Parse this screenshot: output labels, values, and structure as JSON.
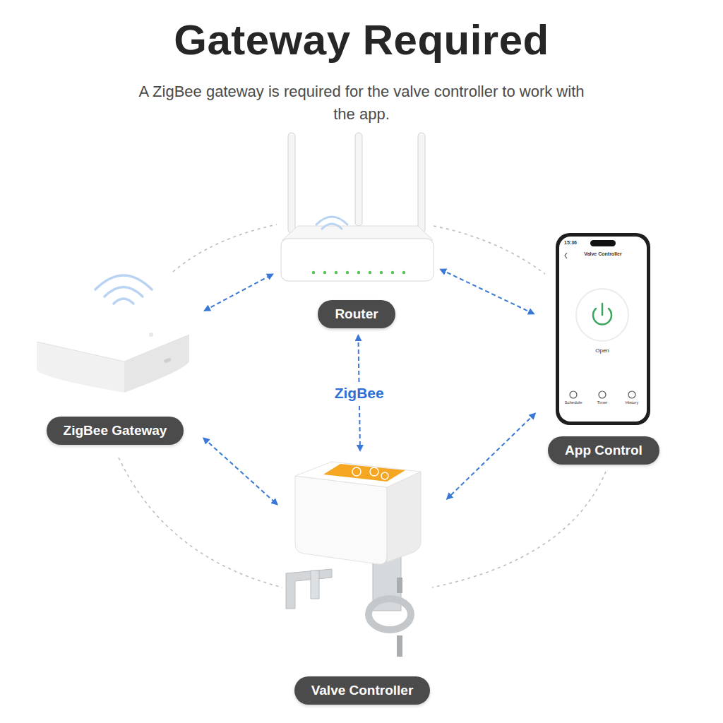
{
  "diagram": {
    "title": "Gateway Required",
    "caption": "A ZigBee gateway is required for the valve controller to work with the app.",
    "nodes": [
      {
        "text": [
          "Router"
        ]
      },
      {
        "text": [
          "ZigBee Gateway"
        ]
      },
      {
        "text": [
          "App Control"
        ]
      },
      {
        "text": [
          "Valve Controller"
        ]
      }
    ],
    "edges": [
      {
        "from": 1,
        "to": 0,
        "arrow": "both"
      },
      {
        "from": 0,
        "to": 2,
        "arrow": "both"
      },
      {
        "from": 0,
        "to": 3,
        "label": "ZigBee",
        "arrow": "both"
      },
      {
        "from": 1,
        "to": 3,
        "arrow": "both"
      },
      {
        "from": 2,
        "to": 3,
        "arrow": "both"
      }
    ],
    "labels": [
      "15:36",
      "Valve Controller",
      "Open",
      "Schedule",
      "Timer",
      "History"
    ]
  }
}
